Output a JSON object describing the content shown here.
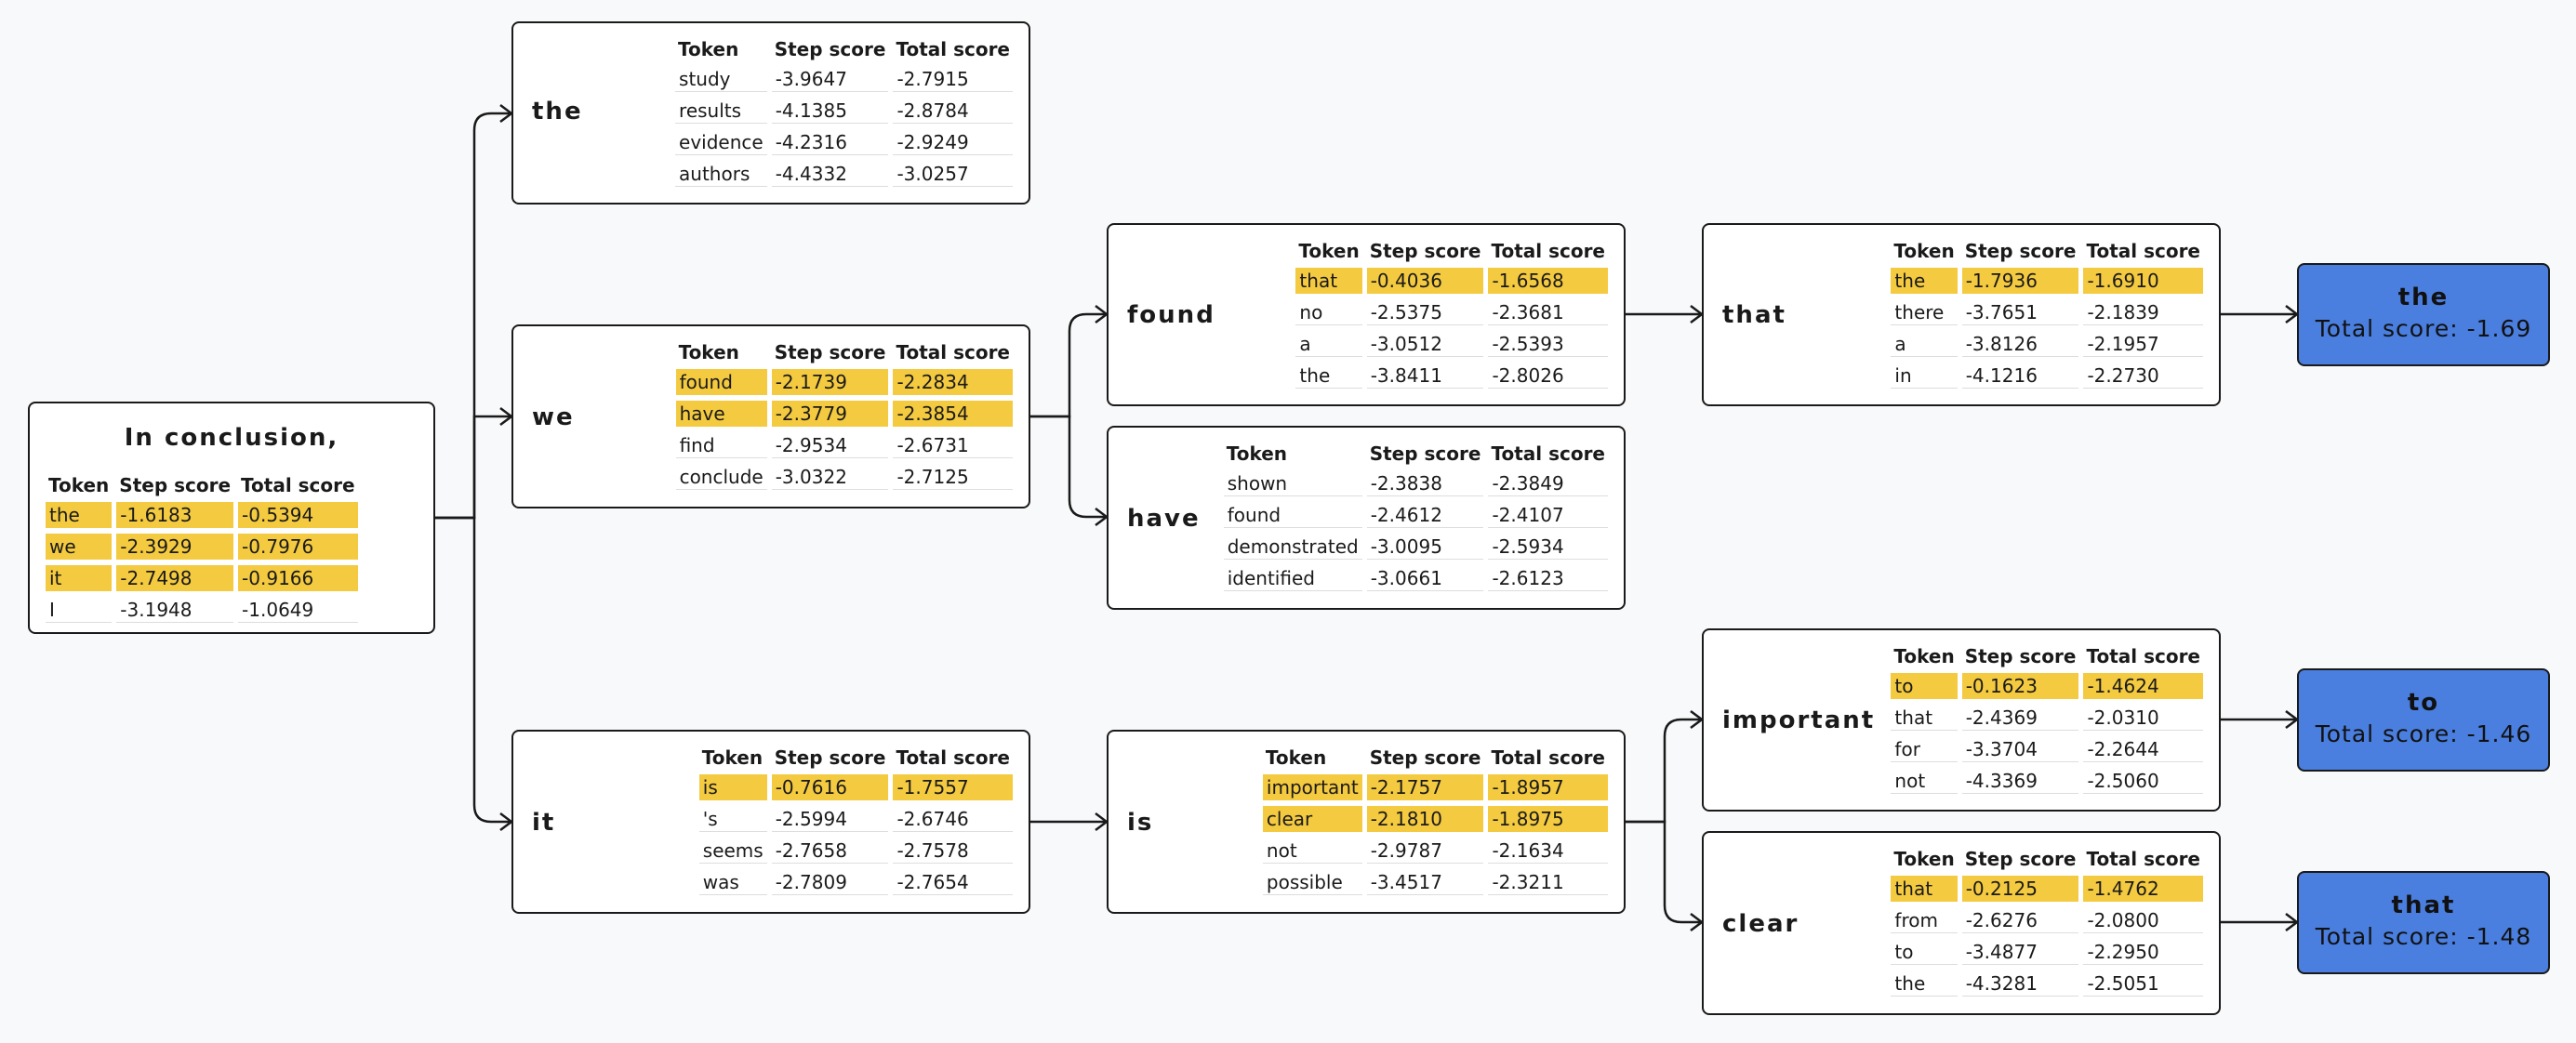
{
  "headers": {
    "token": "Token",
    "step": "Step score",
    "total": "Total score"
  },
  "nodes": {
    "root": {
      "title": "In conclusion,",
      "rows": [
        {
          "token": "the",
          "step": "-1.6183",
          "total": "-0.5394",
          "hl": true
        },
        {
          "token": "we",
          "step": "-2.3929",
          "total": "-0.7976",
          "hl": true
        },
        {
          "token": "it",
          "step": "-2.7498",
          "total": "-0.9166",
          "hl": true
        },
        {
          "token": "I",
          "step": "-3.1948",
          "total": "-1.0649",
          "hl": false
        }
      ]
    },
    "the": {
      "title": "the",
      "rows": [
        {
          "token": "study",
          "step": "-3.9647",
          "total": "-2.7915",
          "hl": false
        },
        {
          "token": "results",
          "step": "-4.1385",
          "total": "-2.8784",
          "hl": false
        },
        {
          "token": "evidence",
          "step": "-4.2316",
          "total": "-2.9249",
          "hl": false
        },
        {
          "token": "authors",
          "step": "-4.4332",
          "total": "-3.0257",
          "hl": false
        }
      ]
    },
    "we": {
      "title": "we",
      "rows": [
        {
          "token": "found",
          "step": "-2.1739",
          "total": "-2.2834",
          "hl": true
        },
        {
          "token": "have",
          "step": "-2.3779",
          "total": "-2.3854",
          "hl": true
        },
        {
          "token": "find",
          "step": "-2.9534",
          "total": "-2.6731",
          "hl": false
        },
        {
          "token": "conclude",
          "step": "-3.0322",
          "total": "-2.7125",
          "hl": false
        }
      ]
    },
    "it": {
      "title": "it",
      "rows": [
        {
          "token": "is",
          "step": "-0.7616",
          "total": "-1.7557",
          "hl": true
        },
        {
          "token": "'s",
          "step": "-2.5994",
          "total": "-2.6746",
          "hl": false
        },
        {
          "token": "seems",
          "step": "-2.7658",
          "total": "-2.7578",
          "hl": false
        },
        {
          "token": "was",
          "step": "-2.7809",
          "total": "-2.7654",
          "hl": false
        }
      ]
    },
    "found": {
      "title": "found",
      "rows": [
        {
          "token": "that",
          "step": "-0.4036",
          "total": "-1.6568",
          "hl": true
        },
        {
          "token": "no",
          "step": "-2.5375",
          "total": "-2.3681",
          "hl": false
        },
        {
          "token": "a",
          "step": "-3.0512",
          "total": "-2.5393",
          "hl": false
        },
        {
          "token": "the",
          "step": "-3.8411",
          "total": "-2.8026",
          "hl": false
        }
      ]
    },
    "have": {
      "title": "have",
      "rows": [
        {
          "token": "shown",
          "step": "-2.3838",
          "total": "-2.3849",
          "hl": false
        },
        {
          "token": "found",
          "step": "-2.4612",
          "total": "-2.4107",
          "hl": false
        },
        {
          "token": "demonstrated",
          "step": "-3.0095",
          "total": "-2.5934",
          "hl": false
        },
        {
          "token": "identified",
          "step": "-3.0661",
          "total": "-2.6123",
          "hl": false
        }
      ]
    },
    "is": {
      "title": "is",
      "rows": [
        {
          "token": "important",
          "step": "-2.1757",
          "total": "-1.8957",
          "hl": true
        },
        {
          "token": "clear",
          "step": "-2.1810",
          "total": "-1.8975",
          "hl": true
        },
        {
          "token": "not",
          "step": "-2.9787",
          "total": "-2.1634",
          "hl": false
        },
        {
          "token": "possible",
          "step": "-3.4517",
          "total": "-2.3211",
          "hl": false
        }
      ]
    },
    "that": {
      "title": "that",
      "rows": [
        {
          "token": "the",
          "step": "-1.7936",
          "total": "-1.6910",
          "hl": true
        },
        {
          "token": "there",
          "step": "-3.7651",
          "total": "-2.1839",
          "hl": false
        },
        {
          "token": "a",
          "step": "-3.8126",
          "total": "-2.1957",
          "hl": false
        },
        {
          "token": "in",
          "step": "-4.1216",
          "total": "-2.2730",
          "hl": false
        }
      ]
    },
    "important": {
      "title": "important",
      "rows": [
        {
          "token": "to",
          "step": "-0.1623",
          "total": "-1.4624",
          "hl": true
        },
        {
          "token": "that",
          "step": "-2.4369",
          "total": "-2.0310",
          "hl": false
        },
        {
          "token": "for",
          "step": "-3.3704",
          "total": "-2.2644",
          "hl": false
        },
        {
          "token": "not",
          "step": "-4.3369",
          "total": "-2.5060",
          "hl": false
        }
      ]
    },
    "clear": {
      "title": "clear",
      "rows": [
        {
          "token": "that",
          "step": "-0.2125",
          "total": "-1.4762",
          "hl": true
        },
        {
          "token": "from",
          "step": "-2.6276",
          "total": "-2.0800",
          "hl": false
        },
        {
          "token": "to",
          "step": "-3.4877",
          "total": "-2.2950",
          "hl": false
        },
        {
          "token": "the",
          "step": "-4.3281",
          "total": "-2.5051",
          "hl": false
        }
      ]
    }
  },
  "results": {
    "the": {
      "token": "the",
      "score": "Total score: -1.69"
    },
    "to": {
      "token": "to",
      "score": "Total score: -1.46"
    },
    "that": {
      "token": "that",
      "score": "Total score: -1.48"
    }
  },
  "colors": {
    "highlight": "#f4ca40",
    "result_fill": "#4a7fe0",
    "border": "#1a1a1a",
    "background": "#f8f9fa"
  }
}
